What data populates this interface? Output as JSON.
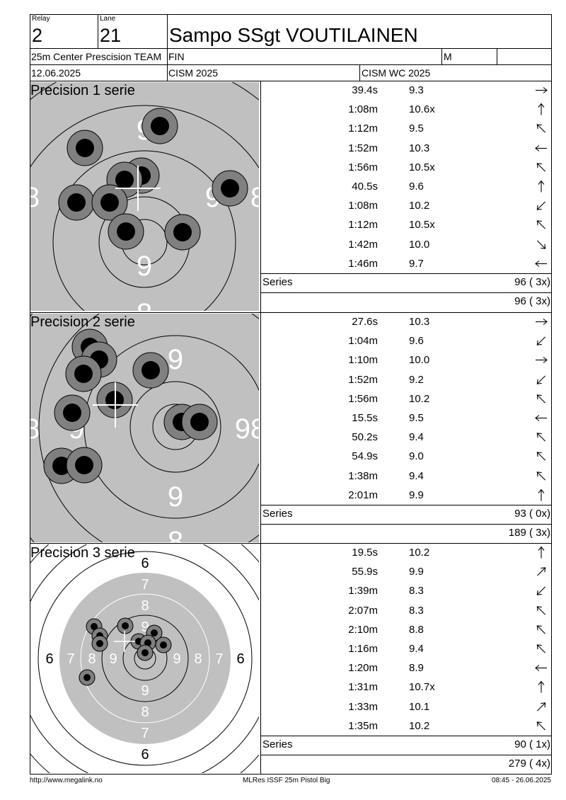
{
  "header": {
    "relay_label": "Relay",
    "relay": "2",
    "lane_label": "Lane",
    "lane": "21",
    "name": "Sampo SSgt VOUTILAINEN",
    "event": "25m Center Prescision TEAM",
    "nation": "FIN",
    "gender": "M",
    "date": "12.06.2025",
    "competition": "CISM 2025",
    "competition2": "CISM WC 2025"
  },
  "series": [
    {
      "title": "Precision 1 serie",
      "shots": [
        {
          "time": "39.4s",
          "score": "9.3",
          "dir": "E"
        },
        {
          "time": "1:08m",
          "score": "10.6x",
          "dir": "N"
        },
        {
          "time": "1:12m",
          "score": "9.5",
          "dir": "NW"
        },
        {
          "time": "1:52m",
          "score": "10.3",
          "dir": "W"
        },
        {
          "time": "1:56m",
          "score": "10.5x",
          "dir": "NW"
        },
        {
          "time": "40.5s",
          "score": "9.6",
          "dir": "N"
        },
        {
          "time": "1:08m",
          "score": "10.2",
          "dir": "SW"
        },
        {
          "time": "1:12m",
          "score": "10.5x",
          "dir": "NW"
        },
        {
          "time": "1:42m",
          "score": "10.0",
          "dir": "SE"
        },
        {
          "time": "1:46m",
          "score": "9.7",
          "dir": "W"
        }
      ],
      "series_label": "Series",
      "series_total": "96 ( 3x)",
      "running_total": "96 ( 3x)"
    },
    {
      "title": "Precision 2 serie",
      "shots": [
        {
          "time": "27.6s",
          "score": "10.3",
          "dir": "E"
        },
        {
          "time": "1:04m",
          "score": "9.6",
          "dir": "SW"
        },
        {
          "time": "1:10m",
          "score": "10.0",
          "dir": "E"
        },
        {
          "time": "1:52m",
          "score": "9.2",
          "dir": "SW"
        },
        {
          "time": "1:56m",
          "score": "10.2",
          "dir": "NW"
        },
        {
          "time": "15.5s",
          "score": "9.5",
          "dir": "W"
        },
        {
          "time": "50.2s",
          "score": "9.4",
          "dir": "NW"
        },
        {
          "time": "54.9s",
          "score": "9.0",
          "dir": "NW"
        },
        {
          "time": "1:38m",
          "score": "9.4",
          "dir": "NW"
        },
        {
          "time": "2:01m",
          "score": "9.9",
          "dir": "N"
        }
      ],
      "series_label": "Series",
      "series_total": "93 ( 0x)",
      "running_total": "189 ( 3x)"
    },
    {
      "title": "Precision 3 serie",
      "shots": [
        {
          "time": "19.5s",
          "score": "10.2",
          "dir": "N"
        },
        {
          "time": "55.9s",
          "score": "9.9",
          "dir": "NE"
        },
        {
          "time": "1:39m",
          "score": "8.3",
          "dir": "SW"
        },
        {
          "time": "2:07m",
          "score": "8.3",
          "dir": "NW"
        },
        {
          "time": "2:10m",
          "score": "8.8",
          "dir": "NW"
        },
        {
          "time": "1:16m",
          "score": "9.4",
          "dir": "NW"
        },
        {
          "time": "1:20m",
          "score": "8.9",
          "dir": "W"
        },
        {
          "time": "1:31m",
          "score": "10.7x",
          "dir": "N"
        },
        {
          "time": "1:33m",
          "score": "10.1",
          "dir": "NE"
        },
        {
          "time": "1:35m",
          "score": "10.2",
          "dir": "NW"
        }
      ],
      "series_label": "Series",
      "series_total": "90 ( 1x)",
      "running_total": "279 ( 4x)"
    }
  ],
  "targets": {
    "zoom_ring_labels": [
      "9",
      "8"
    ],
    "full_ring_labels": [
      "6",
      "7",
      "8",
      "9"
    ],
    "colors": {
      "target_gray": "#c0c0c0",
      "hole_ring": "#808080",
      "hole_core": "#000000",
      "crosshair": "#ffffff"
    }
  },
  "footer": {
    "left": "http://www.megalink.no",
    "center": "MLRes ISSF 25m Pistol Big",
    "right": "08:45 - 26.06.2025"
  }
}
